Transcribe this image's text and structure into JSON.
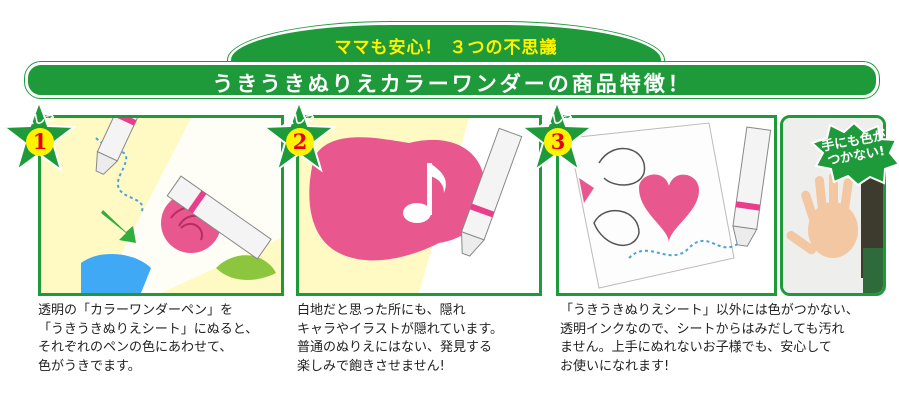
{
  "header": {
    "subtitle": "ママも安心！ ３つの不思議",
    "title": "うきうきぬりえカラーワンダーの商品特徴！"
  },
  "features": [
    {
      "badge_label": "ふしぎ",
      "badge_number": "1",
      "description_lines": [
        "透明の「カラーワンダーペン」を",
        "「うきうきぬりえシート」にぬると、",
        "それぞれのペンの色にあわせて、",
        "色がうきでます。"
      ]
    },
    {
      "badge_label": "ふしぎ",
      "badge_number": "2",
      "description_lines": [
        "白地だと思った所にも、隠れ",
        "キャラやイラストが隠れています。",
        "普通のぬりえにはない、発見する",
        "楽しみで飽きさせません!"
      ]
    },
    {
      "badge_label": "ふしぎ",
      "badge_number": "3",
      "description_lines": [
        "「うきうきぬりえシート」以外には色がつかない、",
        "透明インクなので、シートからはみだしても汚れ",
        "ません。上手にぬれないお子様でも、安心して",
        "お使いになれます!"
      ]
    }
  ],
  "hand_badge": {
    "line1": "手にも色が",
    "line2": "つかない!"
  },
  "colors": {
    "green": "#1e9a3b",
    "yellow_text": "#fff200",
    "pink": "#e83e8c",
    "cream": "#fff9c4",
    "red_number": "#e60012"
  }
}
